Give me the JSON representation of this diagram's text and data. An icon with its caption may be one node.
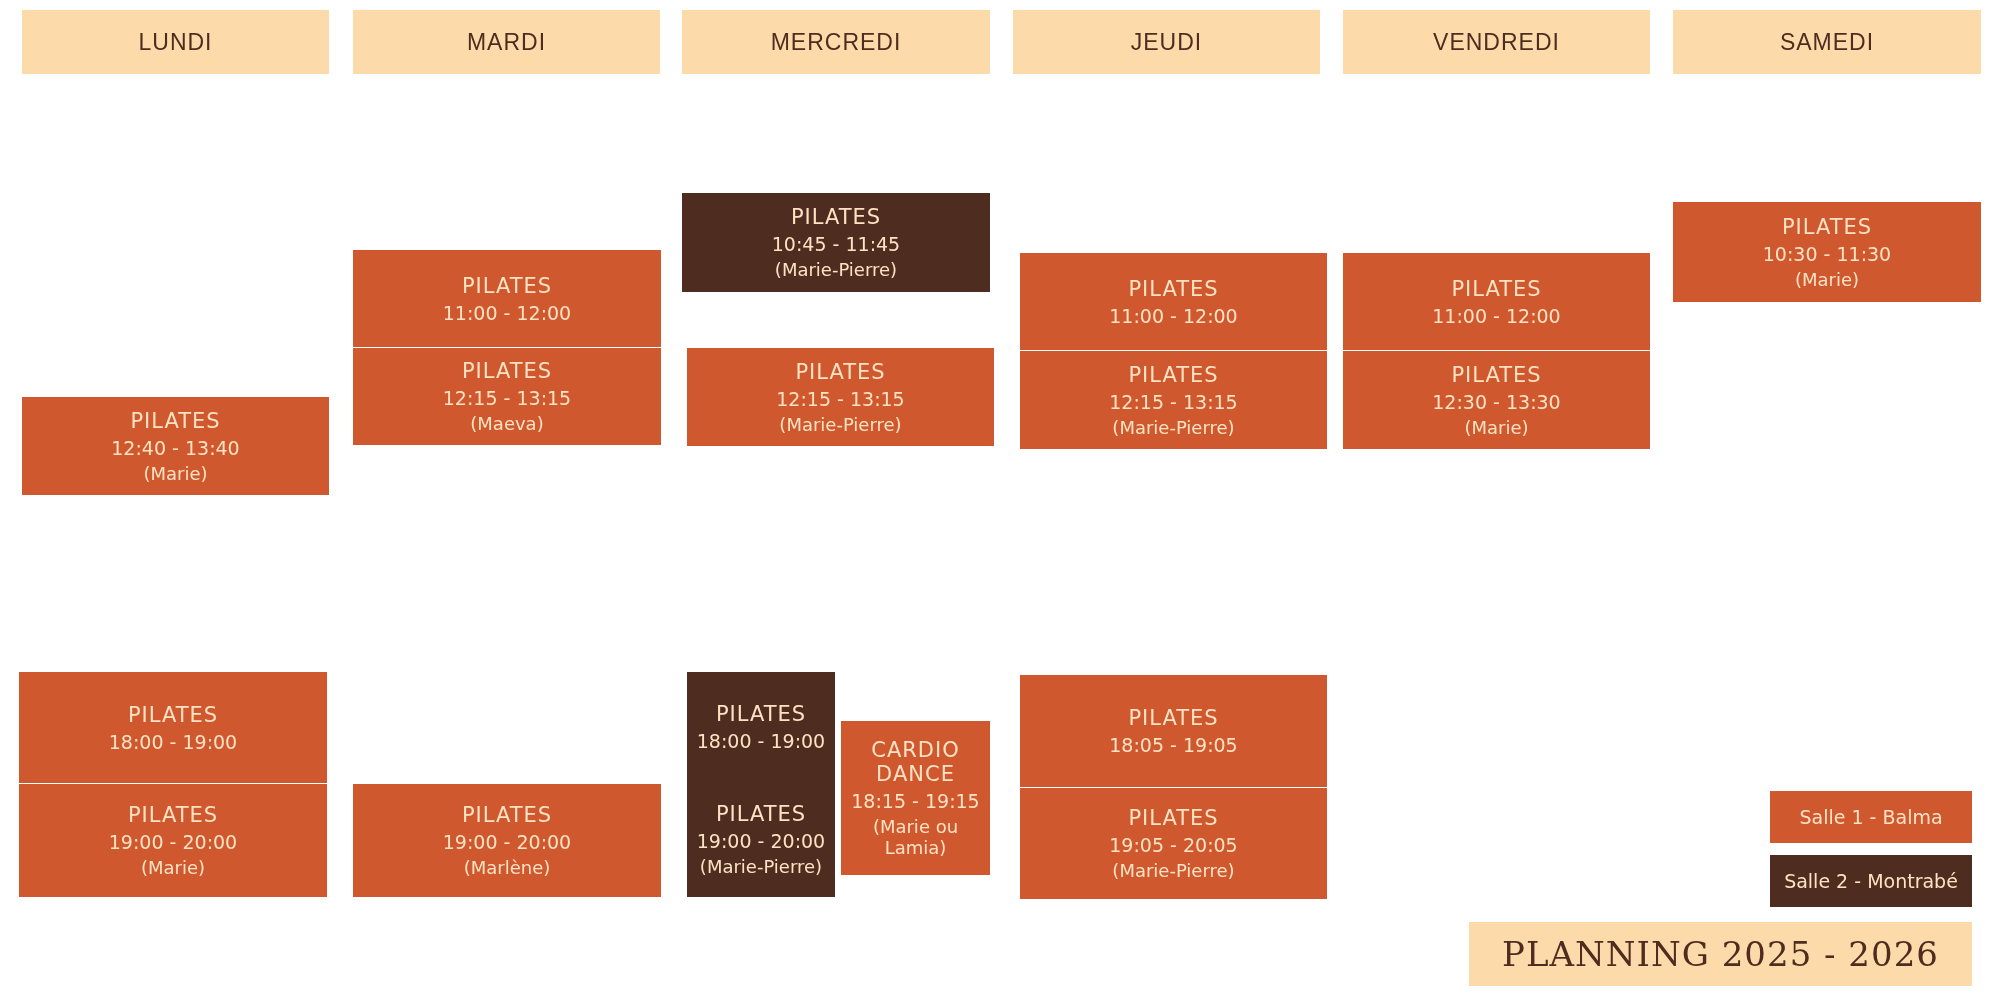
{
  "diagram": {
    "title": "PLANNING 2025 - 2026",
    "nodes": [
      {
        "text": [
          "LUNDI"
        ]
      },
      {
        "text": [
          "MARDI"
        ]
      },
      {
        "text": [
          "MERCREDI"
        ]
      },
      {
        "text": [
          "JEUDI"
        ]
      },
      {
        "text": [
          "VENDREDI"
        ]
      },
      {
        "text": [
          "SAMEDI"
        ]
      },
      {
        "text": [
          "PILATES",
          "12:40 - 13:40",
          "(Marie)"
        ]
      },
      {
        "text": [
          "PILATES",
          "18:00 - 19:00"
        ]
      },
      {
        "text": [
          "PILATES",
          "19:00 - 20:00",
          "(Marie)"
        ]
      },
      {
        "text": [
          "PILATES",
          "11:00 - 12:00"
        ]
      },
      {
        "text": [
          "PILATES",
          "12:15 - 13:15",
          "(Maeva)"
        ]
      },
      {
        "text": [
          "PILATES",
          "19:00 - 20:00",
          "(Marlène)"
        ]
      },
      {
        "text": [
          "PILATES",
          "10:45 - 11:45",
          "(Marie-Pierre)"
        ]
      },
      {
        "text": [
          "PILATES",
          "12:15 - 13:15",
          "(Marie-Pierre)"
        ]
      },
      {
        "text": [
          "PILATES",
          "18:00 - 19:00"
        ]
      },
      {
        "text": [
          "PILATES",
          "19:00 - 20:00",
          "(Marie-Pierre)"
        ]
      },
      {
        "text": [
          "CARDIO DANCE",
          "18:15 - 19:15",
          "(Marie ou Lamia)"
        ]
      },
      {
        "text": [
          "PILATES",
          "11:00 - 12:00"
        ]
      },
      {
        "text": [
          "PILATES",
          "12:15 - 13:15",
          "(Marie-Pierre)"
        ]
      },
      {
        "text": [
          "PILATES",
          "18:05 - 19:05"
        ]
      },
      {
        "text": [
          "PILATES",
          "19:05 - 20:05",
          "(Marie-Pierre)"
        ]
      },
      {
        "text": [
          "PILATES",
          "11:00 - 12:00"
        ]
      },
      {
        "text": [
          "PILATES",
          "12:30 - 13:30",
          "(Marie)"
        ]
      },
      {
        "text": [
          "PILATES",
          "10:30 - 11:30",
          "(Marie)"
        ]
      }
    ],
    "legend": [
      {
        "text": "Salle 1 - Balma",
        "color": "#d0582f"
      },
      {
        "text": "Salle 2 - Montrabé",
        "color": "#4e2c1f"
      }
    ]
  }
}
